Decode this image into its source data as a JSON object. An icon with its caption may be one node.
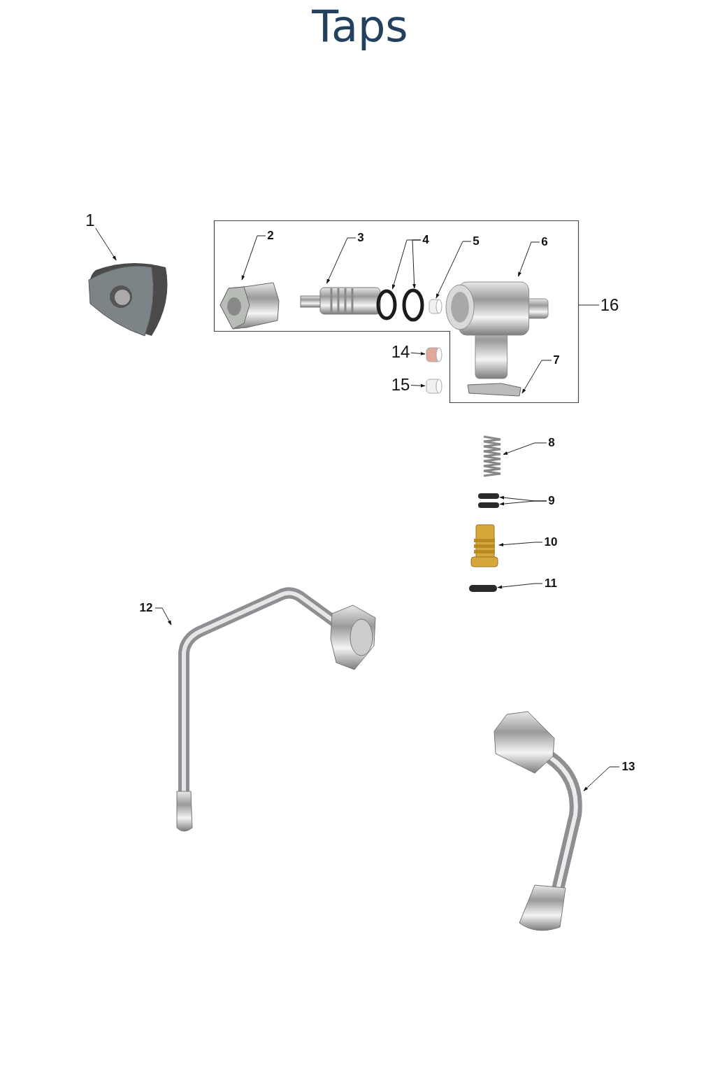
{
  "diagram": {
    "title": "Taps",
    "nodes": [
      {
        "text": [
          "1"
        ]
      },
      {
        "text": [],
        "shape": "picture"
      },
      {
        "text": [],
        "shape": "box"
      },
      {
        "text": [
          "2"
        ],
        "in": 2
      },
      {
        "text": [],
        "shape": "picture",
        "in": 2
      },
      {
        "text": [
          "3"
        ],
        "in": 2
      },
      {
        "text": [],
        "shape": "picture",
        "in": 2
      },
      {
        "text": [
          "4"
        ],
        "in": 2
      },
      {
        "text": [],
        "shape": "circle",
        "in": 2
      },
      {
        "text": [],
        "shape": "circle",
        "in": 2
      },
      {
        "text": [
          "5"
        ],
        "in": 2
      },
      {
        "text": [],
        "shape": "cylinder",
        "in": 2
      },
      {
        "text": [
          "6"
        ],
        "in": 2
      },
      {
        "text": [],
        "shape": "picture",
        "in": 2
      },
      {
        "text": [
          "16"
        ]
      },
      {
        "text": [
          "14"
        ],
        "in": 2
      },
      {
        "text": [],
        "shape": "cylinder",
        "in": 2
      },
      {
        "text": [
          "7"
        ],
        "in": 2
      },
      {
        "text": [],
        "shape": "picture",
        "in": 2
      },
      {
        "text": [
          "15"
        ],
        "in": 2
      },
      {
        "text": [],
        "shape": "cylinder",
        "in": 2
      },
      {
        "text": [
          "8"
        ]
      },
      {
        "text": [],
        "shape": "picture"
      },
      {
        "text": [
          "9"
        ]
      },
      {
        "text": [],
        "shape": "bar"
      },
      {
        "text": [],
        "shape": "bar"
      },
      {
        "text": [
          "10"
        ]
      },
      {
        "text": [],
        "shape": "picture"
      },
      {
        "text": [
          "11"
        ]
      },
      {
        "text": [],
        "shape": "bar"
      },
      {
        "text": [
          "12"
        ]
      },
      {
        "text": [],
        "shape": "picture"
      },
      {
        "text": [
          "13"
        ]
      },
      {
        "text": [],
        "shape": "picture"
      }
    ],
    "edges": [
      {
        "from": 0,
        "to": 1,
        "arrow": "to"
      },
      {
        "from": 3,
        "to": 4,
        "arrow": "to"
      },
      {
        "from": 5,
        "to": 6,
        "arrow": "to"
      },
      {
        "from": 7,
        "to": 8,
        "arrow": "to"
      },
      {
        "from": 7,
        "to": 9,
        "arrow": "to"
      },
      {
        "from": 10,
        "to": 11,
        "arrow": "to"
      },
      {
        "from": 12,
        "to": 13,
        "arrow": "to"
      },
      {
        "from": 14,
        "to": 2,
        "arrow": "none"
      },
      {
        "from": 15,
        "to": 16,
        "arrow": "to"
      },
      {
        "from": 17,
        "to": 18,
        "arrow": "to"
      },
      {
        "from": 19,
        "to": 20,
        "arrow": "to"
      },
      {
        "from": 21,
        "to": 22,
        "arrow": "to"
      },
      {
        "from": 23,
        "to": 24,
        "arrow": "to"
      },
      {
        "from": 23,
        "to": 25,
        "arrow": "to"
      },
      {
        "from": 26,
        "to": 27,
        "arrow": "to"
      },
      {
        "from": 28,
        "to": 29,
        "arrow": "to"
      },
      {
        "from": 30,
        "to": 31,
        "arrow": "to"
      },
      {
        "from": 32,
        "to": 33,
        "arrow": "to"
      }
    ]
  }
}
